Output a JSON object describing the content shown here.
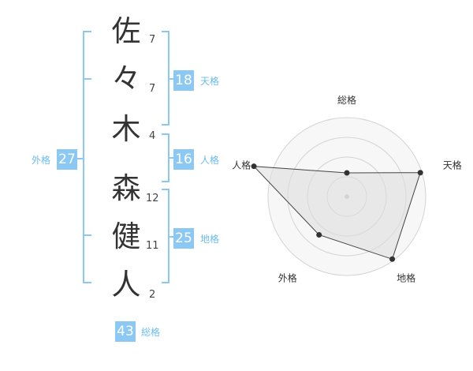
{
  "colors": {
    "accent": "#8cc8f4",
    "accent_text": "#6bbcef",
    "bracket": "#8cc8f4"
  },
  "name": {
    "characters": [
      {
        "char": "佐",
        "strokes": "7"
      },
      {
        "char": "々",
        "strokes": "7"
      },
      {
        "char": "木",
        "strokes": "4"
      },
      {
        "char": "森",
        "strokes": "12"
      },
      {
        "char": "健",
        "strokes": "11"
      },
      {
        "char": "人",
        "strokes": "2"
      }
    ]
  },
  "groups": {
    "tenkaku": {
      "label": "天格",
      "value": "18"
    },
    "jinkaku": {
      "label": "人格",
      "value": "16"
    },
    "chikaku": {
      "label": "地格",
      "value": "25"
    },
    "gaikaku": {
      "label": "外格",
      "value": "27"
    },
    "soukaku": {
      "label": "総格",
      "value": "43"
    }
  },
  "chart_data": {
    "type": "radar",
    "axes": [
      "総格",
      "天格",
      "地格",
      "外格",
      "人格"
    ],
    "values": [
      0.3,
      0.98,
      0.98,
      0.6,
      1.24
    ],
    "rings": 4
  }
}
